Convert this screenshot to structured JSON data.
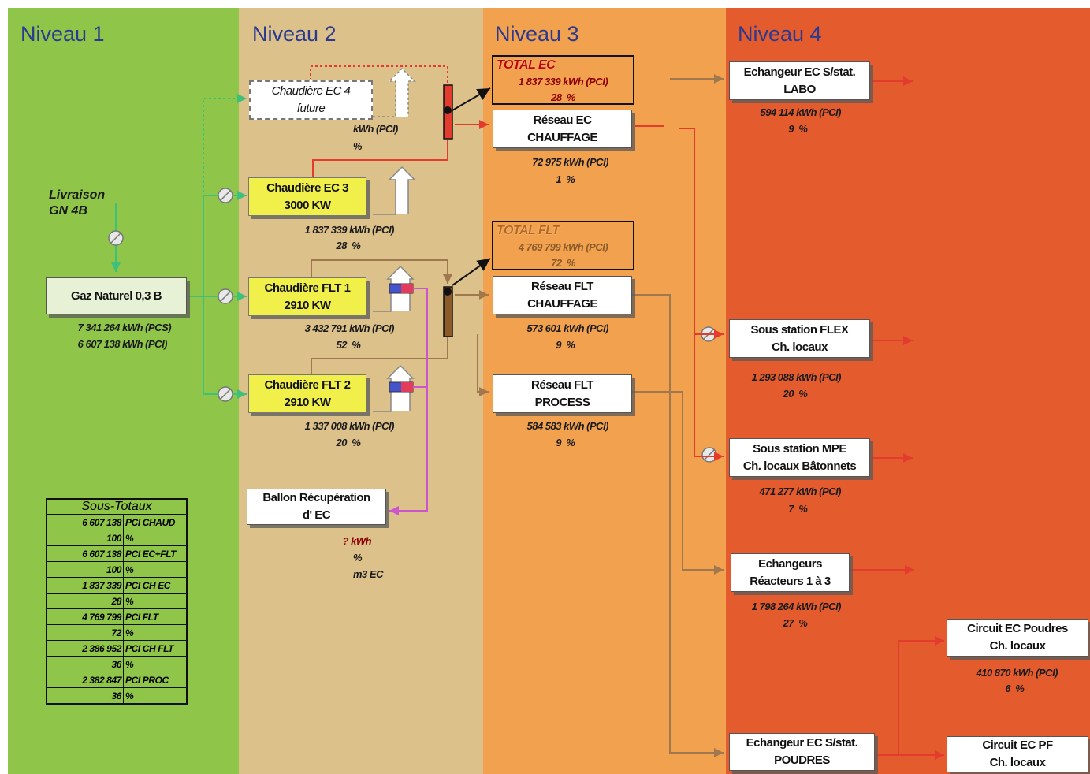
{
  "levels": [
    "Niveau 1",
    "Niveau 2",
    "Niveau 3",
    "Niveau 4"
  ],
  "colors": {
    "level1": "#8fc549",
    "level2": "#dcc18b",
    "level3": "#f2a24e",
    "level4": "#e45c2e",
    "title": "#2b3a8f",
    "ec_line": "#e33b2e",
    "flt_line": "#a07850",
    "recovery_line": "#cc55cc",
    "green_line": "#3cc07a"
  },
  "level1": {
    "delivery": {
      "line1": "Livraison",
      "line2": "GN 4B"
    },
    "gas": {
      "label": "Gaz Naturel 0,3 B",
      "pcs": "7 341 264",
      "pcs_unit": "kWh (PCS)",
      "pci": "6 607 138",
      "pci_unit": "kWh (PCI)"
    },
    "subtotals": {
      "title": "Sous-Totaux",
      "rows": [
        {
          "value": "6 607 138",
          "label": "PCI CHAUD"
        },
        {
          "value": "100",
          "label": "%"
        },
        {
          "value": "6 607 138",
          "label": "PCI EC+FLT"
        },
        {
          "value": "100",
          "label": "%"
        },
        {
          "value": "1 837 339",
          "label": "PCI CH EC"
        },
        {
          "value": "28",
          "label": "%"
        },
        {
          "value": "4 769 799",
          "label": "PCI FLT"
        },
        {
          "value": "72",
          "label": "%"
        },
        {
          "value": "2 386 952",
          "label": "PCI CH FLT"
        },
        {
          "value": "36",
          "label": "%"
        },
        {
          "value": "2 382 847",
          "label": "PCI PROC"
        },
        {
          "value": "36",
          "label": "%"
        }
      ]
    }
  },
  "level2": {
    "ec4": {
      "line1": "Chaudière EC 4",
      "line2": "future",
      "kwh": "",
      "unit": "kWh (PCI)",
      "pct_unit": "%"
    },
    "ec3": {
      "line1": "Chaudière EC 3",
      "line2": "3000 KW",
      "kwh": "1 837 339",
      "unit": "kWh (PCI)",
      "pct": "28",
      "pct_unit": "%"
    },
    "flt1": {
      "line1": "Chaudière FLT 1",
      "line2": "2910 KW",
      "kwh": "3 432 791",
      "unit": "kWh (PCI)",
      "pct": "52",
      "pct_unit": "%"
    },
    "flt2": {
      "line1": "Chaudière FLT 2",
      "line2": "2910 KW",
      "kwh": "1 337 008",
      "unit": "kWh (PCI)",
      "pct": "20",
      "pct_unit": "%"
    },
    "ballon": {
      "line1": "Ballon Récupération",
      "line2": "d' EC",
      "kwh": "?",
      "unit": "kWh",
      "pct_unit": "%",
      "m3": "m3 EC"
    }
  },
  "level3": {
    "total_ec": {
      "title": "TOTAL EC",
      "kwh": "1 837 339",
      "unit": "kWh (PCI)",
      "pct": "28",
      "pct_unit": "%"
    },
    "reseau_ec": {
      "line1": "Réseau EC",
      "line2": "CHAUFFAGE",
      "kwh": "72 975",
      "unit": "kWh (PCI)",
      "pct": "1",
      "pct_unit": "%"
    },
    "total_flt": {
      "title": "TOTAL FLT",
      "kwh": "4 769 799",
      "unit": "kWh (PCI)",
      "pct": "72",
      "pct_unit": "%"
    },
    "reseau_flt_ch": {
      "line1": "Réseau FLT",
      "line2": "CHAUFFAGE",
      "kwh": "573 601",
      "unit": "kWh (PCI)",
      "pct": "9",
      "pct_unit": "%"
    },
    "reseau_flt_pr": {
      "line1": "Réseau FLT",
      "line2": "PROCESS",
      "kwh": "584 583",
      "unit": "kWh (PCI)",
      "pct": "9",
      "pct_unit": "%"
    }
  },
  "level4": {
    "labo": {
      "line1": "Echangeur EC S/stat.",
      "line2": "LABO",
      "kwh": "594 114",
      "unit": "kWh (PCI)",
      "pct": "9",
      "pct_unit": "%"
    },
    "flex": {
      "line1": "Sous station FLEX",
      "line2": "Ch. locaux",
      "kwh": "1 293 088",
      "unit": "kWh (PCI)",
      "pct": "20",
      "pct_unit": "%"
    },
    "mpe": {
      "line1": "Sous station MPE",
      "line2": "Ch. locaux Bâtonnets",
      "kwh": "471 277",
      "unit": "kWh (PCI)",
      "pct": "7",
      "pct_unit": "%"
    },
    "reacteurs": {
      "line1": "Echangeurs",
      "line2": "Réacteurs 1 à 3",
      "kwh": "1 798 264",
      "unit": "kWh (PCI)",
      "pct": "27",
      "pct_unit": "%"
    },
    "poudres_ech": {
      "line1": "Echangeur EC S/stat.",
      "line2": "POUDRES"
    },
    "circuit_poudres": {
      "line1": "Circuit EC Poudres",
      "line2": "Ch. locaux",
      "kwh": "410 870",
      "unit": "kWh (PCI)",
      "pct": "6",
      "pct_unit": "%"
    },
    "circuit_pf": {
      "line1": "Circuit EC PF",
      "line2": "Ch. locaux"
    }
  }
}
